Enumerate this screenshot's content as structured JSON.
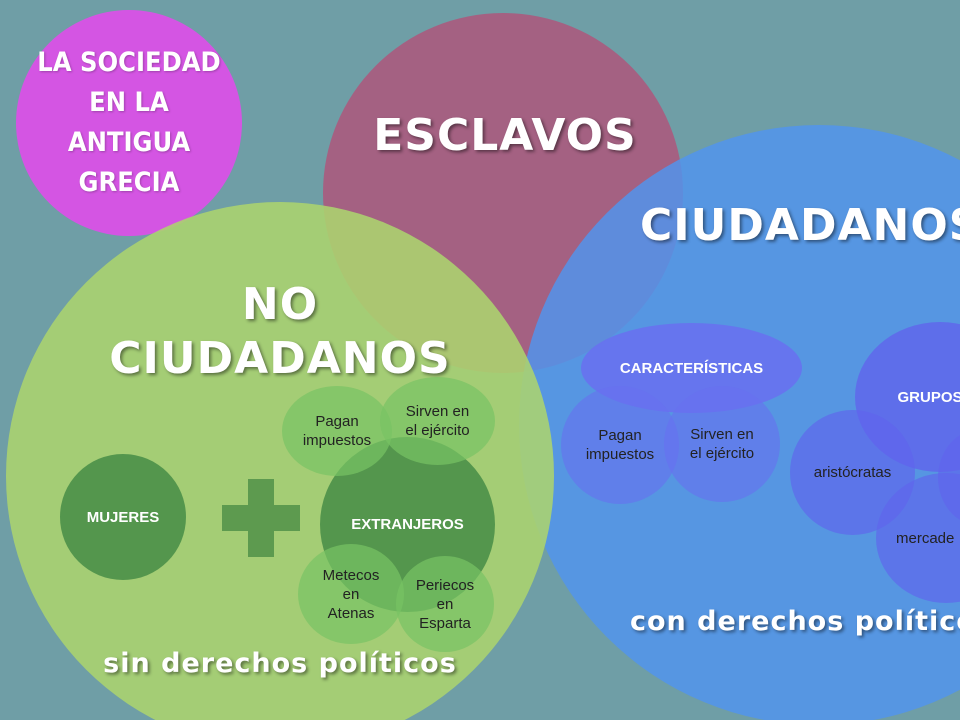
{
  "diagram": {
    "title": "LA SOCIEDAD\nEN LA\nANTIGUA\nGRECIA",
    "esclavos": "ESCLAVOS",
    "no_ciudadanos": {
      "title": "NO\nCIUDADANOS",
      "mujeres": "MUJERES",
      "extranjeros": "EXTRANJEROS",
      "pagan": "Pagan\nimpuestos",
      "sirven": "Sirven en\nel ejército",
      "metecos": "Metecos\nen\nAtenas",
      "periecos": "Periecos\nen\nEsparta",
      "footer": "sin derechos políticos"
    },
    "ciudadanos": {
      "title": "CIUDADANOS",
      "caracteristicas": "CARACTERÍSTICAS",
      "pagan": "Pagan\nimpuestos",
      "sirven": "Sirven en\nel ejército",
      "grupos": "GRUPOS",
      "aristocratas": "aristócratas",
      "mercaderes": "mercade",
      "footer": "con derechos político"
    },
    "colors": {
      "background": "#6f9ea6",
      "title_circle": "#d455e3",
      "esclavos": "#b45078",
      "ciudadanos": "#5294ec",
      "no_ciudadanos": "#acd46e",
      "dark_green": "#468c46",
      "purple_blue": "#6870f0"
    }
  }
}
